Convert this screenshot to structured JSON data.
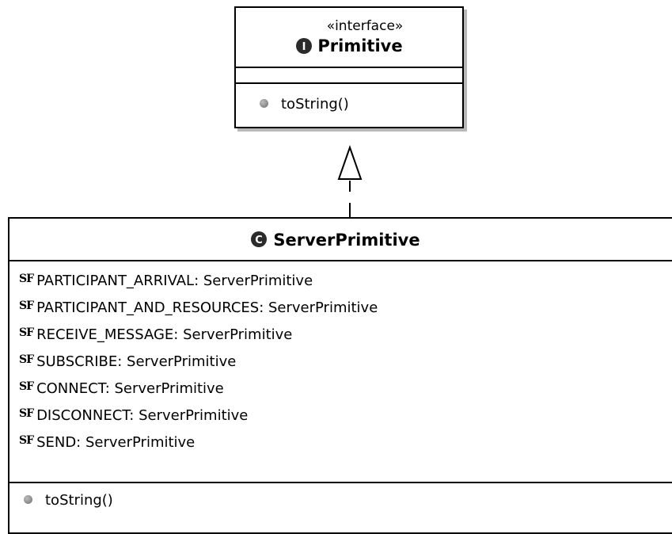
{
  "interface": {
    "stereotype": "«interface»",
    "badge_letter": "I",
    "name": "Primitive",
    "operations": [
      {
        "visibility_icon": "public-method-icon",
        "signature": "toString()"
      }
    ]
  },
  "relationship": {
    "type": "realization",
    "from": "ServerPrimitive",
    "to": "Primitive"
  },
  "class": {
    "badge_letter": "C",
    "name": "ServerPrimitive",
    "attributes": [
      {
        "modifier": "SF",
        "text": "PARTICIPANT_ARRIVAL: ServerPrimitive"
      },
      {
        "modifier": "SF",
        "text": "PARTICIPANT_AND_RESOURCES: ServerPrimitive"
      },
      {
        "modifier": "SF",
        "text": "RECEIVE_MESSAGE: ServerPrimitive"
      },
      {
        "modifier": "SF",
        "text": "SUBSCRIBE: ServerPrimitive"
      },
      {
        "modifier": "SF",
        "text": "CONNECT: ServerPrimitive"
      },
      {
        "modifier": "SF",
        "text": "DISCONNECT: ServerPrimitive"
      },
      {
        "modifier": "SF",
        "text": "SEND: ServerPrimitive"
      }
    ],
    "operations": [
      {
        "visibility_icon": "public-method-icon",
        "signature": "toString()"
      }
    ]
  },
  "colors": {
    "line": "#000000",
    "shadow": "#b8b8b8",
    "badge_fill": "#2b2b2b",
    "method_dot": "#8a8a8a"
  }
}
